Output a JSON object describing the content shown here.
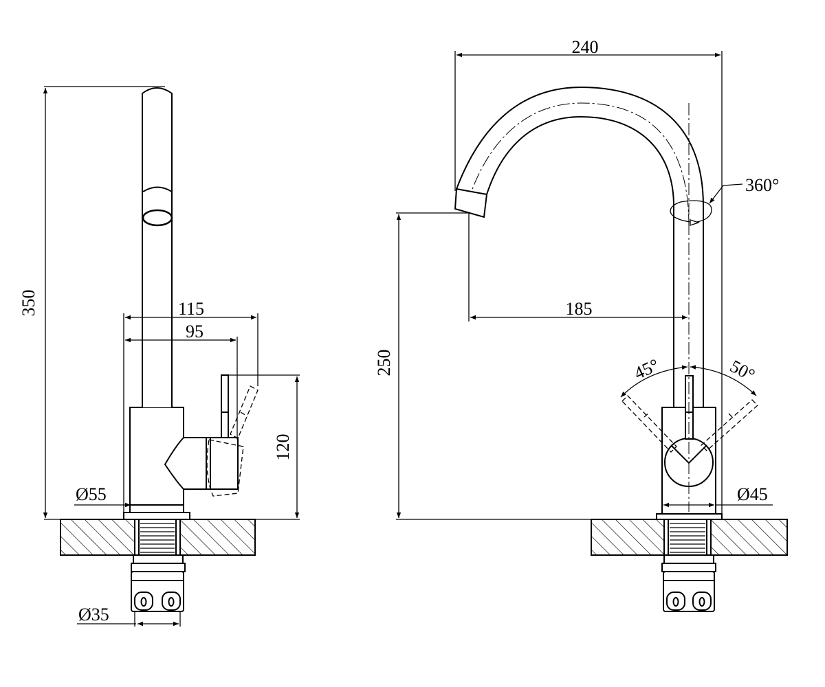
{
  "dimensions": {
    "side_height": "350",
    "side_width_outer": "115",
    "side_width_inner": "95",
    "side_handle_height": "120",
    "side_body_diameter": "Ø55",
    "side_shank_diameter": "Ø35",
    "front_spout_width": "240",
    "front_spout_reach": "185",
    "front_spout_height": "250",
    "front_swivel_angle": "360°",
    "front_handle_angle_left": "45°",
    "front_handle_angle_right": "50°",
    "front_body_diameter": "Ø45"
  },
  "colors": {
    "line": "#000000",
    "background": "#ffffff"
  }
}
